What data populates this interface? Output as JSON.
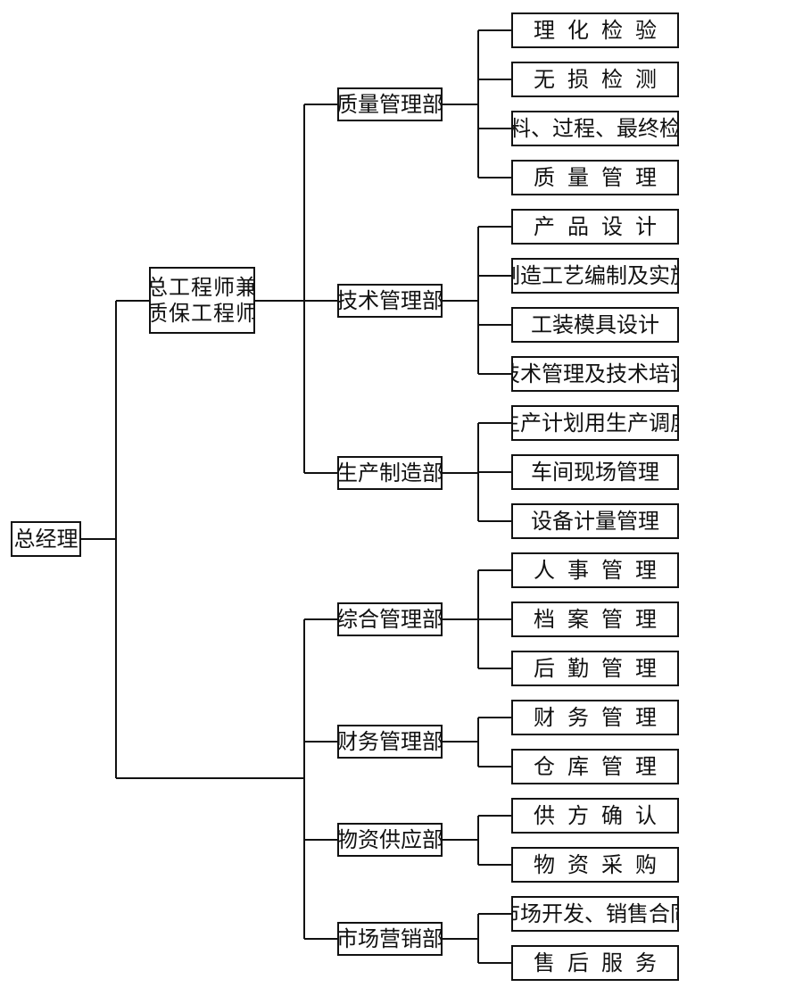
{
  "general_manager": "总经理",
  "chief_engineer": [
    "总工程师兼",
    "质保工程师"
  ],
  "departments": [
    {
      "name": "质量管理部",
      "items": [
        "理化检验",
        "无损检测",
        "材料、过程、最终检测",
        "质量管理"
      ],
      "spaced": [
        true,
        true,
        false,
        true
      ]
    },
    {
      "name": "技术管理部",
      "items": [
        "产品设计",
        "制造工艺编制及实施",
        "工装模具设计",
        "技术管理及技术培训"
      ],
      "spaced": [
        true,
        false,
        false,
        false
      ]
    },
    {
      "name": "生产制造部",
      "items": [
        "生产计划用生产调度",
        "车间现场管理",
        "设备计量管理"
      ],
      "spaced": [
        false,
        false,
        false
      ]
    },
    {
      "name": "综合管理部",
      "items": [
        "人事管理",
        "档案管理",
        "后勤管理"
      ],
      "spaced": [
        true,
        true,
        true
      ]
    },
    {
      "name": "财务管理部",
      "items": [
        "财务管理",
        "仓库管理"
      ],
      "spaced": [
        true,
        true
      ]
    },
    {
      "name": "物资供应部",
      "items": [
        "供方确认",
        "物资采购"
      ],
      "spaced": [
        true,
        true
      ]
    },
    {
      "name": "市场营销部",
      "items": [
        "市场开发、销售合同",
        "售后服务"
      ],
      "spaced": [
        false,
        true
      ]
    }
  ]
}
